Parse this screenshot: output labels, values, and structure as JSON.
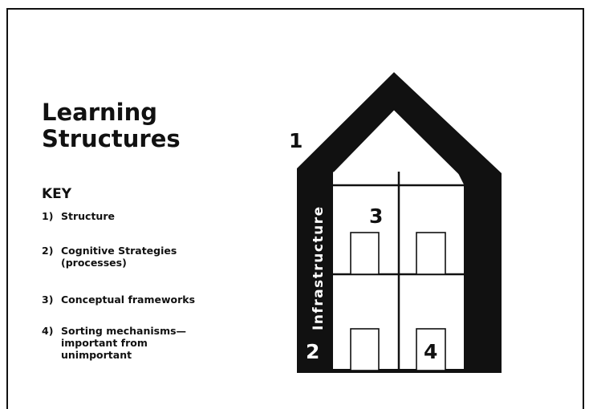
{
  "title": {
    "line1": "Learning",
    "line2": "Structures"
  },
  "key": {
    "heading": "KEY",
    "items": [
      {
        "num": "1)",
        "text": "Structure"
      },
      {
        "num": "2)",
        "text": "Cognitive Strategies\n(processes)"
      },
      {
        "num": "3)",
        "text": "Conceptual frameworks"
      },
      {
        "num": "4)",
        "text": "Sorting mechanisms—\nimportant from\nunimportant"
      }
    ]
  },
  "diagram": {
    "label_structure": "1",
    "label_infrastructure": "Infrastructure",
    "label_strategies": "2",
    "label_frameworks": "3",
    "label_sorting": "4"
  }
}
